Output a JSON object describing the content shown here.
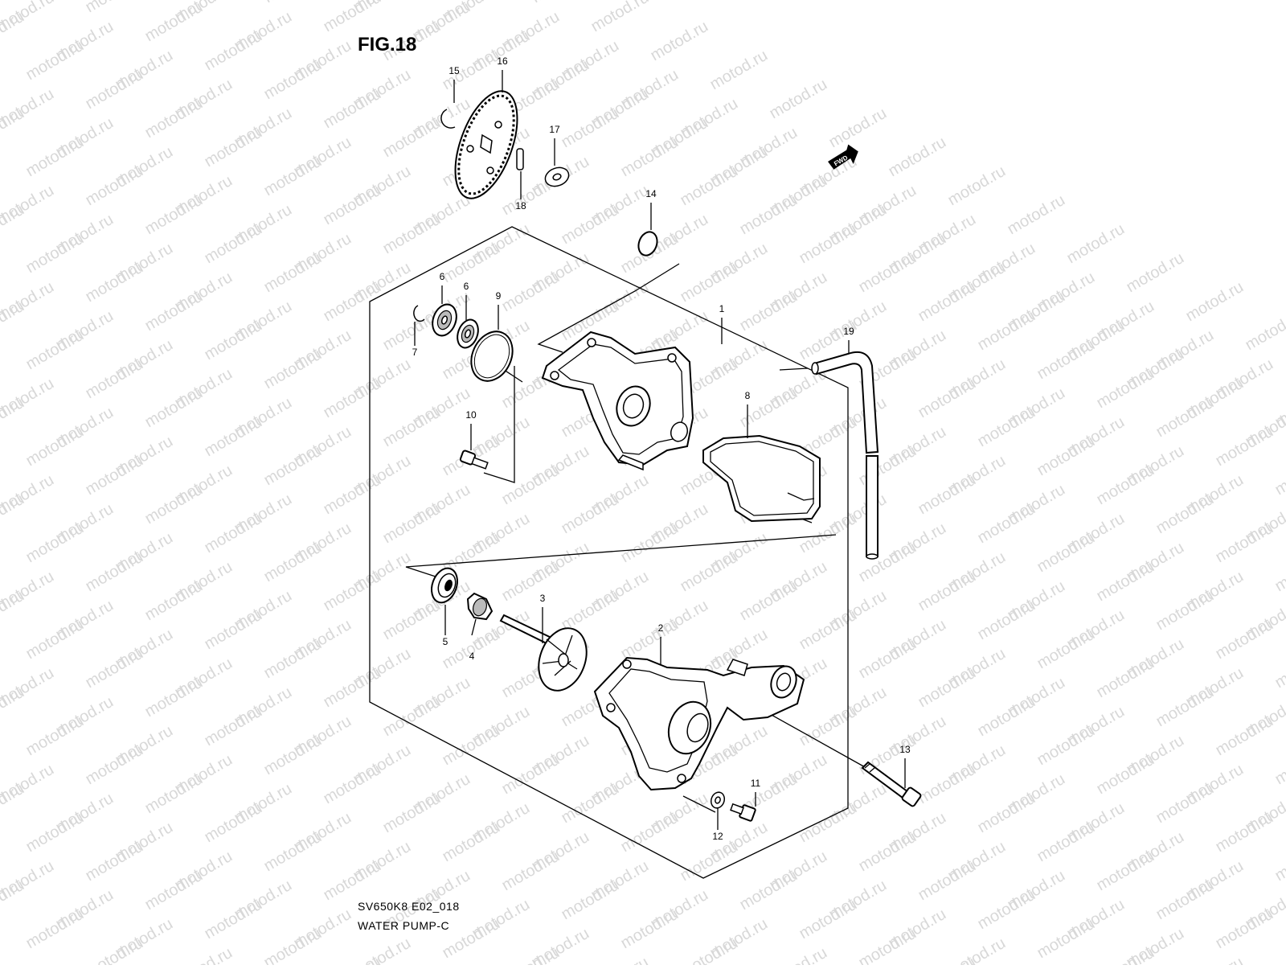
{
  "figure": {
    "title": "FIG.18",
    "model_code": "SV650K8 E02_018",
    "section_name": "WATER PUMP-C",
    "watermark": "motod.ru",
    "direction_marker": "FWD"
  },
  "callouts": [
    {
      "id": "1"
    },
    {
      "id": "2"
    },
    {
      "id": "3"
    },
    {
      "id": "4"
    },
    {
      "id": "5"
    },
    {
      "id": "6"
    },
    {
      "id": "6"
    },
    {
      "id": "7"
    },
    {
      "id": "8"
    },
    {
      "id": "9"
    },
    {
      "id": "10"
    },
    {
      "id": "11"
    },
    {
      "id": "12"
    },
    {
      "id": "13"
    },
    {
      "id": "14"
    },
    {
      "id": "15"
    },
    {
      "id": "16"
    },
    {
      "id": "17"
    },
    {
      "id": "18"
    },
    {
      "id": "19"
    }
  ]
}
